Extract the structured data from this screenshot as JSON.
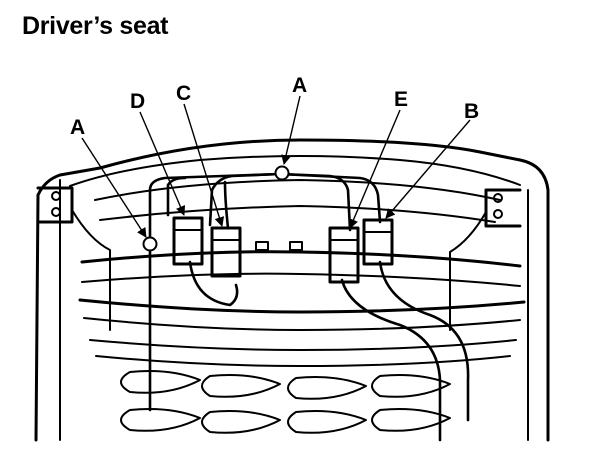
{
  "header": {
    "title": "Driver’s seat"
  },
  "labels": {
    "a_top": "A",
    "a_left": "A",
    "b": "B",
    "c": "C",
    "d": "D",
    "e": "E"
  }
}
